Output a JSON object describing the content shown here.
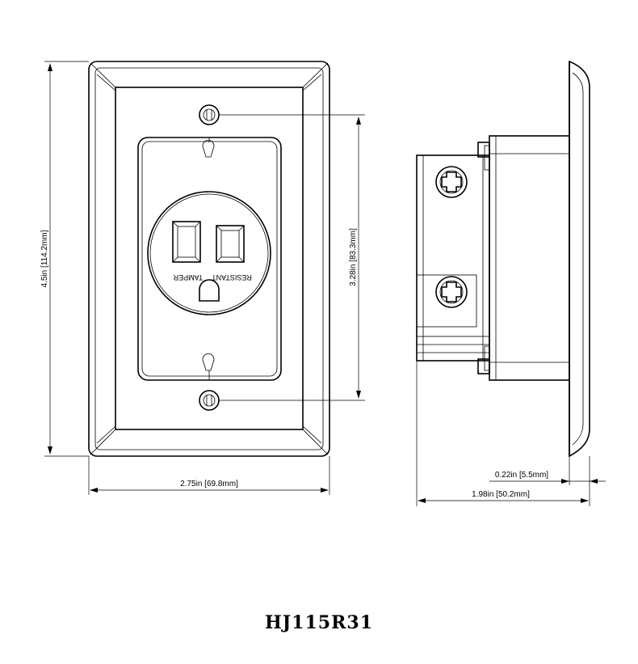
{
  "model": "HJ115R31",
  "dimensions": {
    "overall_height": "4.5in [114.2mm]",
    "mounting_hole_spacing": "3.28in [83.3mm]",
    "overall_width": "2.75in [69.8mm]",
    "plate_thickness": "0.22in [5.5mm]",
    "overall_depth": "1.98in [50.2mm]"
  },
  "receptacle_label": {
    "line1": "TAMPER",
    "line2": "RESISTANT"
  }
}
